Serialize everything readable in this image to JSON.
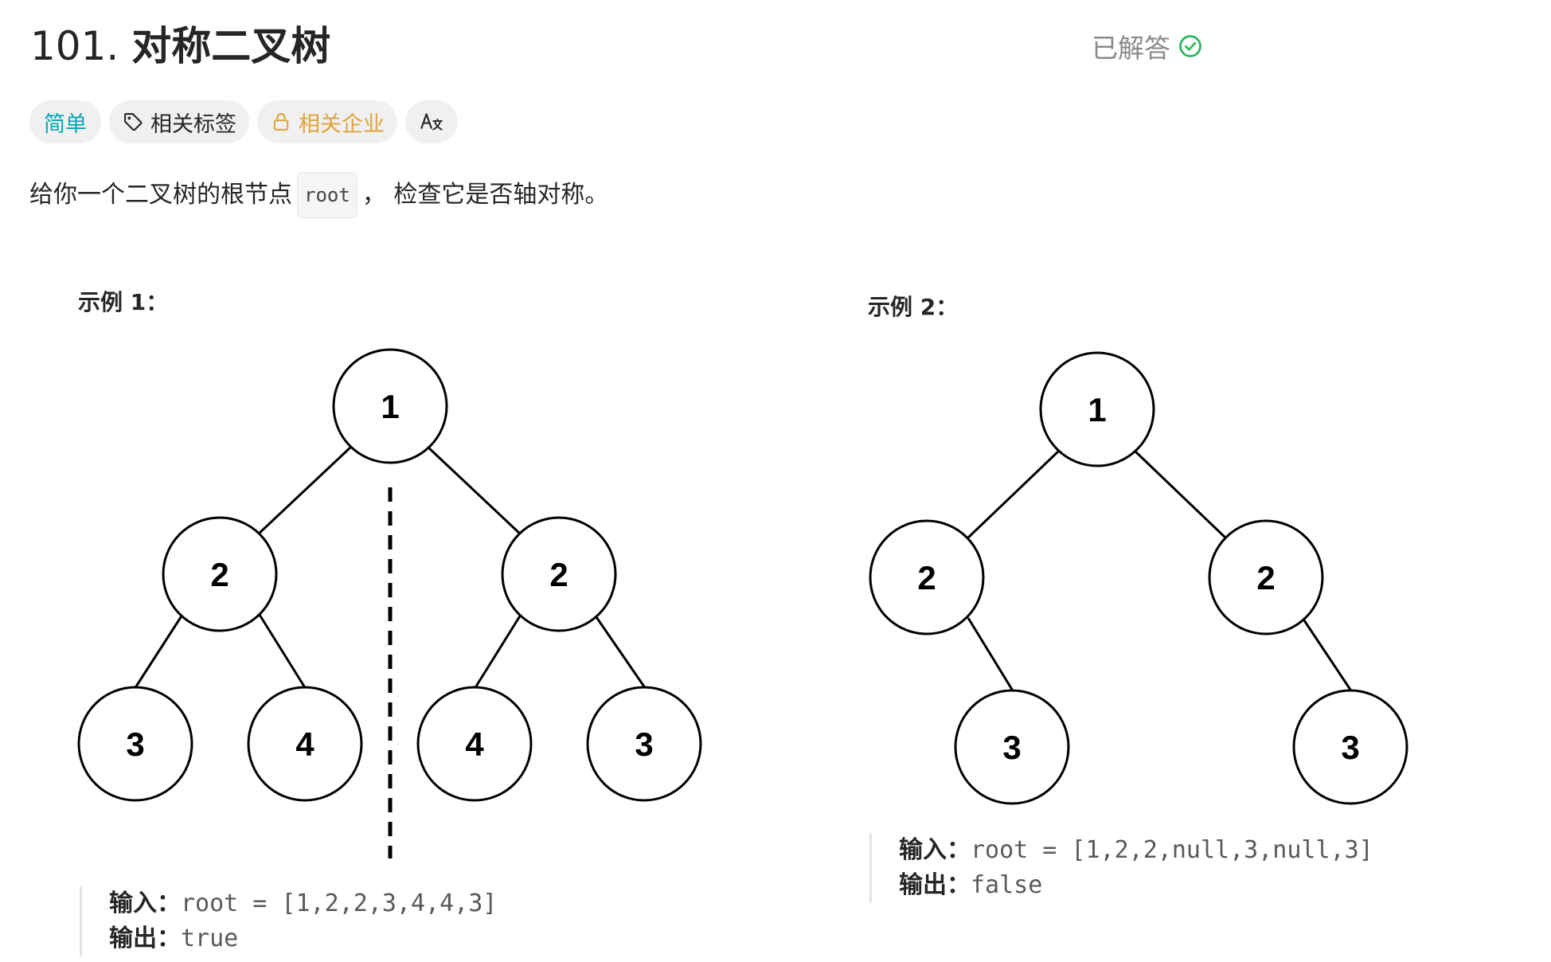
{
  "problem": {
    "number": "101.",
    "title": "对称二叉树",
    "status": "已解答",
    "status_color": "#2db55d"
  },
  "tags": {
    "difficulty": "简单",
    "topics": "相关标签",
    "companies": "相关企业",
    "difficulty_color": "#00a8b5",
    "companies_color": "#e0a43a"
  },
  "description": {
    "before": "给你一个二叉树的根节点",
    "code": "root",
    "after": "， 检查它是否轴对称。"
  },
  "examples": [
    {
      "label": "示例 1：",
      "input_label": "输入：",
      "input": "root = [1,2,2,3,4,4,3]",
      "output_label": "输出：",
      "output": "true",
      "nodes": [
        "1",
        "2",
        "2",
        "3",
        "4",
        "4",
        "3"
      ]
    },
    {
      "label": "示例 2：",
      "input_label": "输入：",
      "input": "root = [1,2,2,null,3,null,3]",
      "output_label": "输出：",
      "output": "false",
      "nodes": [
        "1",
        "2",
        "2",
        "3",
        "3"
      ]
    }
  ]
}
